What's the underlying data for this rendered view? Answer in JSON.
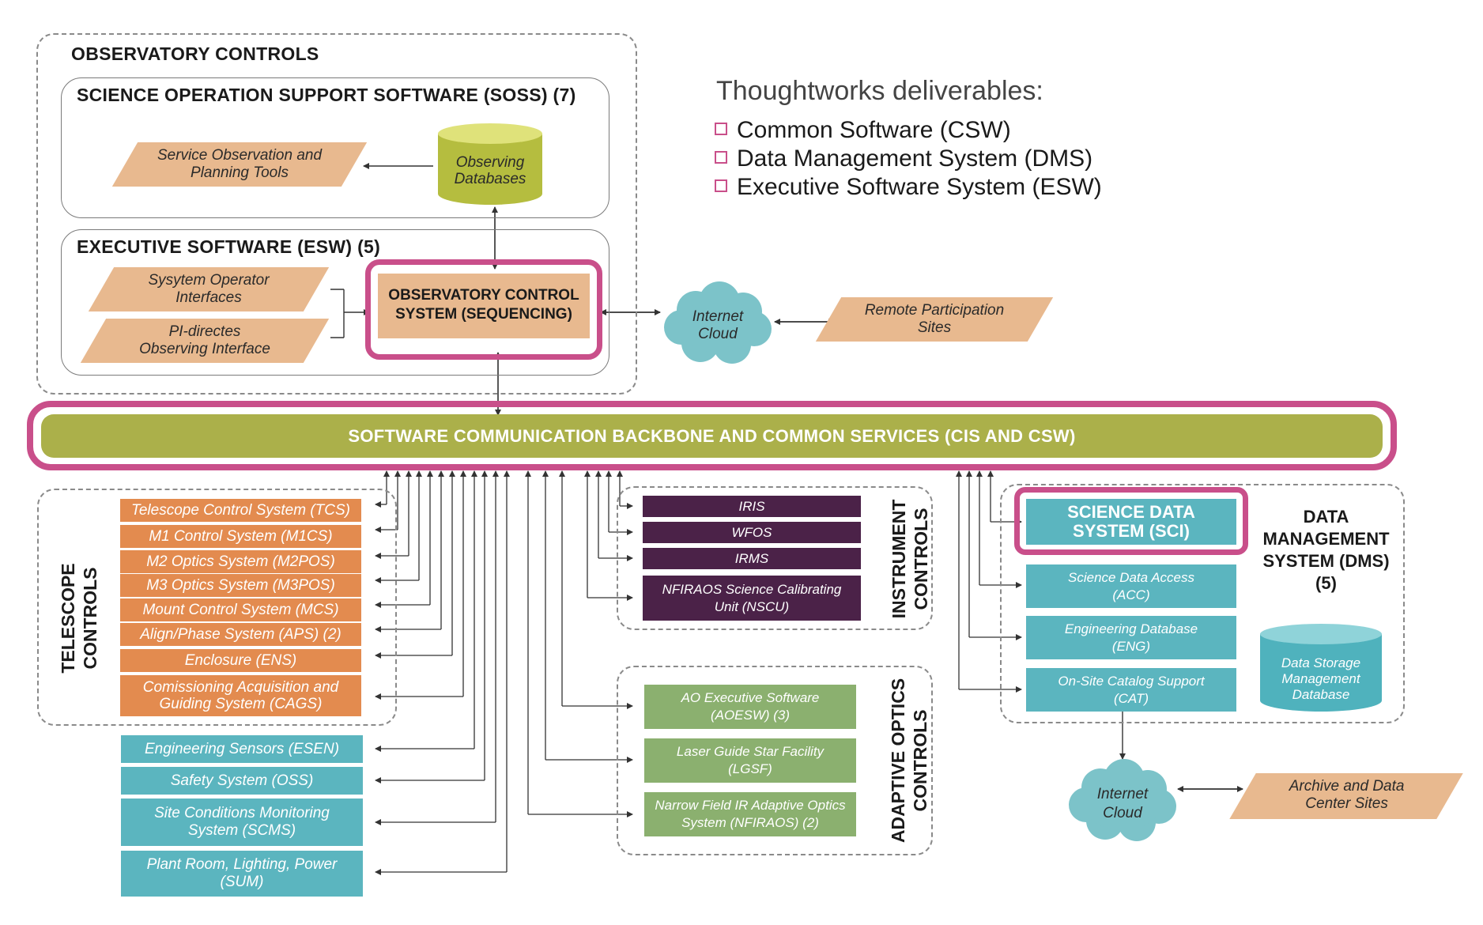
{
  "legend": {
    "title": "Thoughtworks deliverables:",
    "items": [
      "Common Software (CSW)",
      "Data Management System (DMS)",
      "Executive Software System (ESW)"
    ]
  },
  "observatory_controls": {
    "title": "OBSERVATORY CONTROLS",
    "soss": {
      "title": "SCIENCE OPERATION SUPPORT SOFTWARE (SOSS) (7)",
      "tools": "Service Observation and\nPlanning Tools",
      "databases": "Observing\nDatabases"
    },
    "esw": {
      "title": "EXECUTIVE SOFTWARE (ESW) (5)",
      "operator": "Sysytem Operator\nInterfaces",
      "pi": "PI-directes\nObserving Interface",
      "ocs": "OBSERVATORY CONTROL\nSYSTEM (SEQUENCING)"
    }
  },
  "internet_cloud_top": "Internet\nCloud",
  "remote_sites": "Remote Participation\nSites",
  "backbone": "SOFTWARE COMMUNICATION BACKBONE AND COMMON SERVICES (CIS AND CSW)",
  "telescope_controls": {
    "title": "TELESCOPE\nCONTROLS",
    "items": [
      "Telescope Control System (TCS)",
      "M1 Control System (M1CS)",
      "M2 Optics System (M2POS)",
      "M3 Optics System (M3POS)",
      "Mount Control System (MCS)",
      "Align/Phase System (APS) (2)",
      "Enclosure (ENS)",
      "Comissioning Acquisition and\nGuiding System (CAGS)"
    ]
  },
  "site_systems": [
    "Engineering Sensors (ESEN)",
    "Safety System (OSS)",
    "Site Conditions Monitoring\nSystem (SCMS)",
    "Plant Room, Lighting, Power\n(SUM)"
  ],
  "instrument_controls": {
    "title": "INSTRUMENT\nCONTROLS",
    "items": [
      "IRIS",
      "WFOS",
      "IRMS",
      "NFIRAOS Science Calibrating\nUnit (NSCU)"
    ]
  },
  "adaptive_optics": {
    "title": "ADAPTIVE OPTICS\nCONTROLS",
    "items": [
      "AO Executive Software\n(AOESW) (3)",
      "Laser Guide Star Facility\n(LGSF)",
      "Narrow Field IR Adaptive Optics\nSystem (NFIRAOS) (2)"
    ]
  },
  "dms": {
    "title": "DATA\nMANAGEMENT\nSYSTEM (DMS)\n(5)",
    "sci": "SCIENCE DATA\nSYSTEM (SCI)",
    "items": [
      "Science Data Access\n(ACC)",
      "Engineering Database\n(ENG)",
      "On-Site Catalog Support\n(CAT)"
    ],
    "storage": "Data Storage\nManagement\nDatabase"
  },
  "internet_cloud_bottom": "Internet\nCloud",
  "archive_sites": "Archive and Data\nCenter Sites",
  "colors": {
    "highlight": "#c94f8a",
    "backbone": "#abb04a",
    "orange": "#e38b4f",
    "teal": "#5bb5bf",
    "purple": "#4b2248",
    "green": "#8bb06f",
    "tan": "#e8b98f",
    "olive_db": "#b5bd3f"
  }
}
